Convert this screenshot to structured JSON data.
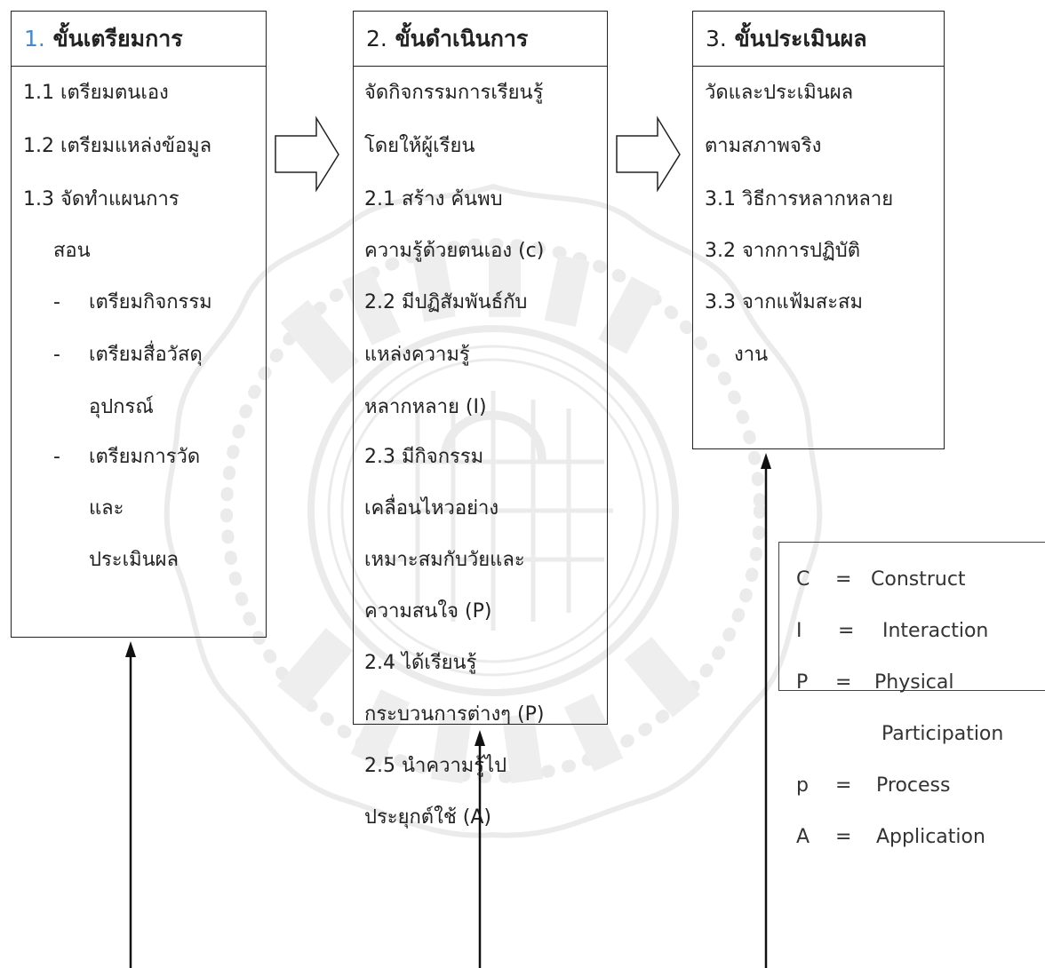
{
  "stage1": {
    "num": "1.",
    "title": "ขั้นเตรียมการ",
    "lines": [
      "1.1 เตรียมตนเอง",
      "1.2 เตรียมแหล่งข้อมูล",
      "1.3 จัดทำแผนการ",
      "สอน"
    ],
    "bullets": [
      "เตรียมกิจกรรม",
      "เตรียมสื่อวัสดุ",
      "อุปกรณ์",
      "เตรียมการวัด",
      "และ",
      "ประเมินผล"
    ]
  },
  "stage2": {
    "num": "2.",
    "title": "ขั้นดำเนินการ",
    "lines": [
      "จัดกิจกรรมการเรียนรู้",
      "โดยให้ผู้เรียน",
      "2.1 สร้าง ค้นพบ",
      "ความรู้ด้วยตนเอง (c)",
      "2.2 มีปฏิสัมพันธ์กับ",
      "แหล่งความรู้",
      "หลากหลาย (I)",
      "2.3 มีกิจกรรม",
      "เคลื่อนไหวอย่าง",
      "เหมาะสมกับวัยและ",
      "ความสนใจ (P)",
      "2.4  ได้เรียนรู้",
      "กระบวนการต่างๆ (P)",
      "2.5  นำความรู้ไป",
      "ประยุกต์ใช้ (A)"
    ]
  },
  "stage3": {
    "num": "3.",
    "title": "ขั้นประเมินผล",
    "lines": [
      "วัดและประเมินผล",
      "ตามสภาพจริง",
      "3.1 วิธีการหลากหลาย",
      "3.2 จากการปฏิบัติ",
      "3.3 จากแฟ้มสะสม",
      "งาน"
    ]
  },
  "legend": [
    {
      "key": "C",
      "eq": "=",
      "value": "Construct"
    },
    {
      "key": "I",
      "eq": "=",
      "value": "Interaction"
    },
    {
      "key": "P",
      "eq": "=",
      "value": "Physical"
    },
    {
      "key": "",
      "eq": "",
      "value": "Participation"
    },
    {
      "key": "p",
      "eq": "=",
      "value": "Process"
    },
    {
      "key": "A",
      "eq": "=",
      "value": "Application"
    }
  ],
  "dash": "-"
}
